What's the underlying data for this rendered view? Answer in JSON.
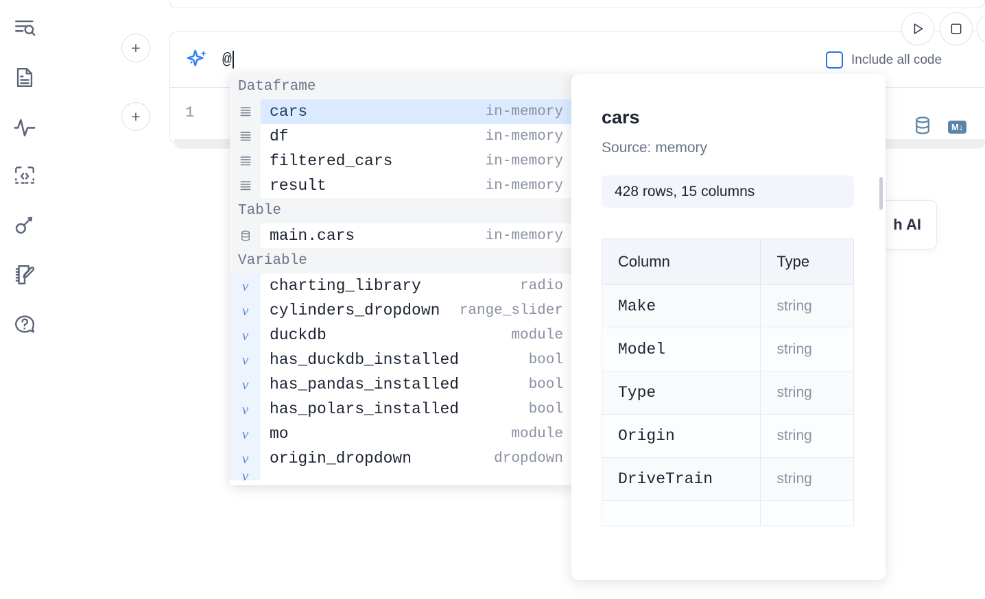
{
  "sidebar": {
    "items": [
      {
        "name": "explore-search-icon",
        "label": "Explore"
      },
      {
        "name": "document-icon",
        "label": "Notebook"
      },
      {
        "name": "activity-pulse-icon",
        "label": "Activity"
      },
      {
        "name": "code-snippet-icon",
        "label": "Snippets"
      },
      {
        "name": "key-icon",
        "label": "Secrets"
      },
      {
        "name": "notebook-edit-icon",
        "label": "Scratchpad"
      },
      {
        "name": "help-question-icon",
        "label": "Help"
      }
    ]
  },
  "toolbar": {
    "add_cell_label": "+",
    "run_label": "Run",
    "stop_label": "Stop",
    "include_all_code_label": "Include all code",
    "include_all_code_checked": false
  },
  "ai_cell": {
    "icon": "sparkle-ai-icon",
    "input_value": "@",
    "placeholder": ""
  },
  "code_cell": {
    "line_number": "1",
    "database_icon": "database-icon",
    "markdown_badge": "M↓"
  },
  "ai_card": {
    "label": "h AI"
  },
  "autocomplete": {
    "sections": [
      {
        "title": "Dataframe",
        "gutter_kind": "grid",
        "items": [
          {
            "name": "cars",
            "type": "in-memory",
            "selected": true
          },
          {
            "name": "df",
            "type": "in-memory",
            "selected": false
          },
          {
            "name": "filtered_cars",
            "type": "in-memory",
            "selected": false
          },
          {
            "name": "result",
            "type": "in-memory",
            "selected": false
          }
        ]
      },
      {
        "title": "Table",
        "gutter_kind": "table",
        "items": [
          {
            "name": "main.cars",
            "type": "in-memory",
            "selected": false
          }
        ]
      },
      {
        "title": "Variable",
        "gutter_kind": "var",
        "items": [
          {
            "name": "charting_library",
            "type": "radio",
            "selected": false
          },
          {
            "name": "cylinders_dropdown",
            "type": "range_slider",
            "selected": false
          },
          {
            "name": "duckdb",
            "type": "module",
            "selected": false
          },
          {
            "name": "has_duckdb_installed",
            "type": "bool",
            "selected": false
          },
          {
            "name": "has_pandas_installed",
            "type": "bool",
            "selected": false
          },
          {
            "name": "has_polars_installed",
            "type": "bool",
            "selected": false
          },
          {
            "name": "mo",
            "type": "module",
            "selected": false
          },
          {
            "name": "origin_dropdown",
            "type": "dropdown",
            "selected": false
          },
          {
            "name": "",
            "type": "",
            "selected": false,
            "clipped": true
          }
        ]
      }
    ]
  },
  "detail_panel": {
    "title": "cars",
    "source": "Source: memory",
    "shape": "428 rows, 15 columns",
    "headers": {
      "column": "Column",
      "type": "Type"
    },
    "rows": [
      {
        "column": "Make",
        "type": "string"
      },
      {
        "column": "Model",
        "type": "string"
      },
      {
        "column": "Type",
        "type": "string"
      },
      {
        "column": "Origin",
        "type": "string"
      },
      {
        "column": "DriveTrain",
        "type": "string"
      },
      {
        "column": "",
        "type": ""
      }
    ]
  },
  "colors": {
    "accent_blue": "#3b82f6",
    "selected_row_bg": "#dbeafe",
    "checkbox_border": "#2f6fe4",
    "icon_steel": "#5b84a8",
    "section_bg": "#f4f5f7"
  }
}
